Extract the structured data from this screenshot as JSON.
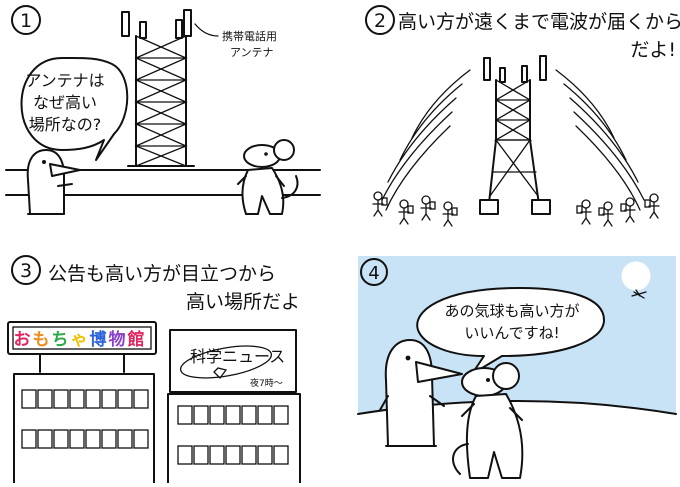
{
  "panels": [
    {
      "number": "1",
      "antenna_label": [
        "携帯電話用",
        "アンテナ"
      ],
      "speech": [
        "アンテナは",
        "なぜ高い",
        "場所なの?"
      ]
    },
    {
      "number": "2",
      "caption": [
        "高い方が遠くまで電波が届くから",
        "だよ!"
      ]
    },
    {
      "number": "3",
      "caption": [
        "公告も高い方が目立つから",
        "高い場所だよ"
      ],
      "museum_sign": [
        "お",
        "も",
        "ち",
        "ゃ",
        "博",
        "物",
        "館"
      ],
      "billboard_title": "科学ニュース",
      "billboard_sub": "夜7時〜"
    },
    {
      "number": "4",
      "speech": [
        "あの気球も高い方が",
        "いいんですね!"
      ]
    }
  ],
  "colors": {
    "sky": "#c8e2f6",
    "sign_letters": [
      "#e0245e",
      "#f08a1c",
      "#2aa84a",
      "#f2c200",
      "#2b62d9",
      "#8a3fc8",
      "#e0245e"
    ]
  }
}
